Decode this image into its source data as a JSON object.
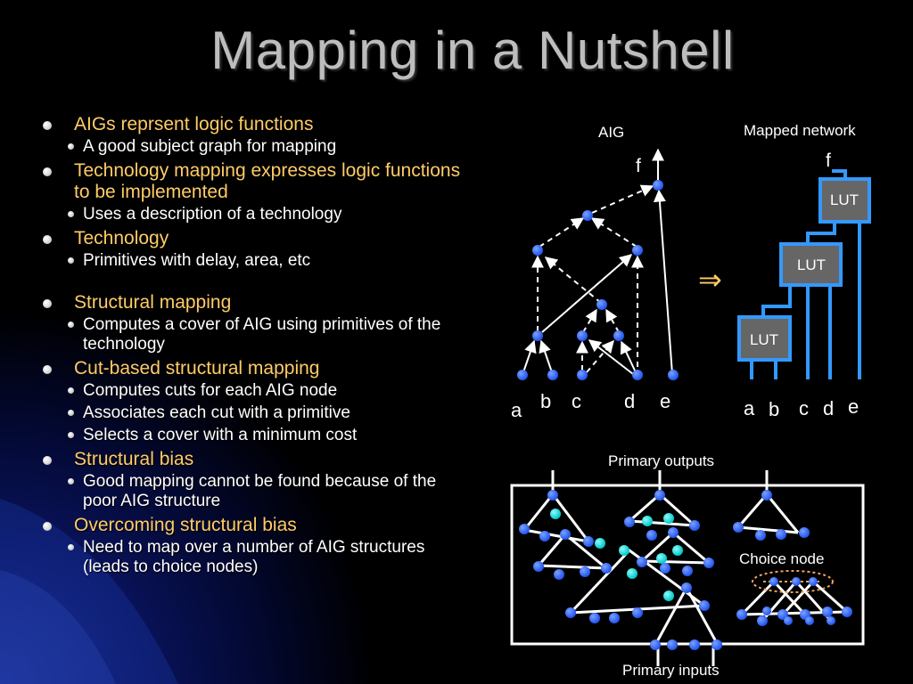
{
  "slide": {
    "title": "Mapping in a Nutshell",
    "bullets": [
      {
        "text": "AIGs reprsent logic functions",
        "sub": [
          "A good subject graph for mapping"
        ]
      },
      {
        "text": "Technology mapping expresses logic functions to be implemented",
        "sub": [
          "Uses a description of a technology"
        ]
      },
      {
        "text": "Technology",
        "sub": [
          "Primitives with delay, area, etc"
        ]
      },
      {
        "text": "Structural mapping",
        "sub": [
          "Computes a cover of AIG using primitives of the technology"
        ]
      },
      {
        "text": "Cut-based structural mapping",
        "sub": [
          "Computes cuts for each AIG node",
          "Associates each cut with a primitive",
          "Selects a cover with a minimum cost"
        ]
      },
      {
        "text": "Structural bias",
        "sub": [
          "Good mapping cannot be found because of the poor AIG structure"
        ]
      },
      {
        "text": "Overcoming structural bias",
        "sub": [
          "Need to map over a number of AIG structures (leads to choice nodes)"
        ]
      }
    ]
  },
  "aig": {
    "label": "AIG",
    "output": "f",
    "inputs": [
      "a",
      "b",
      "c",
      "d",
      "e"
    ]
  },
  "arrow_symbol": "⇒",
  "mapped": {
    "label": "Mapped network",
    "output": "f",
    "lut_label": "LUT",
    "inputs": [
      "a",
      "b",
      "c",
      "d",
      "e"
    ]
  },
  "bottom": {
    "top_label": "Primary outputs",
    "bottom_label": "Primary inputs",
    "choice_label": "Choice node"
  },
  "colors": {
    "background": "#000000",
    "title": "#bdbdbd",
    "level1_text": "#ffcc66",
    "level2_text": "#ffffff",
    "node_blue": "#3366ff",
    "node_cyan": "#00e5e5",
    "lut_fill": "#666666",
    "lut_border": "#3399ff",
    "choice_ring": "#f0a060"
  }
}
